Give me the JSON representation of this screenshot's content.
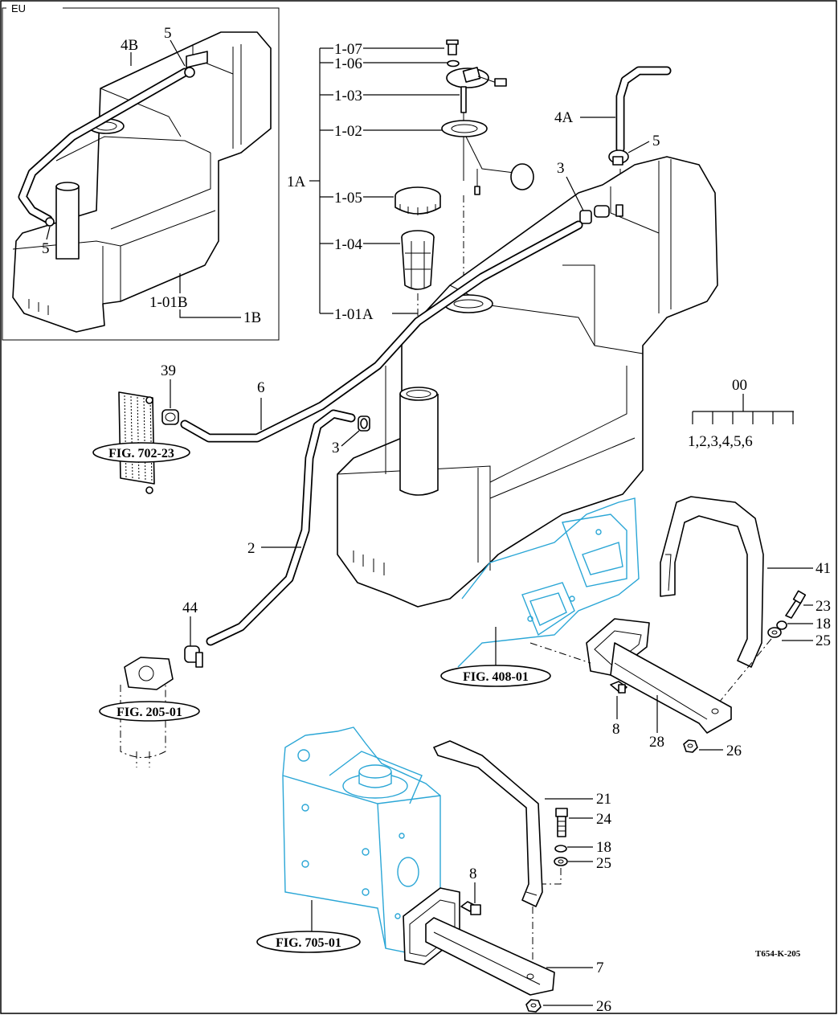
{
  "inset": {
    "region_label": "EU"
  },
  "labels": {
    "p1_07": "1-07",
    "p1_06": "1-06",
    "p1_03": "1-03",
    "p1_02": "1-02",
    "p1_05": "1-05",
    "p1_04": "1-04",
    "p1_01A": "1-01A",
    "p1A": "1A",
    "p4A": "4A",
    "p5_main": "5",
    "p3_upper": "3",
    "p4B": "4B",
    "p5_inset_top": "5",
    "p5_inset_bottom": "5",
    "p1_01B": "1-01B",
    "p1B": "1B",
    "p39": "39",
    "p6": "6",
    "p3_lower": "3",
    "p2": "2",
    "p44": "44",
    "p00": "00",
    "p00_variants": "1,2,3,4,5,6",
    "p41": "41",
    "p23": "23",
    "p18_upper": "18",
    "p25_upper": "25",
    "p8_upper": "8",
    "p28": "28",
    "p26_upper": "26",
    "p21": "21",
    "p24": "24",
    "p18_lower": "18",
    "p25_lower": "25",
    "p8_lower": "8",
    "p7": "7",
    "p26_lower": "26"
  },
  "figure_refs": {
    "fig702": "FIG. 702-23",
    "fig205": "FIG. 205-01",
    "fig408": "FIG. 408-01",
    "fig705": "FIG. 705-01"
  },
  "drawing_code": "T654-K-205",
  "colors": {
    "line": "#000000",
    "reference_parts": "#2aa6d6",
    "background": "#ffffff"
  }
}
